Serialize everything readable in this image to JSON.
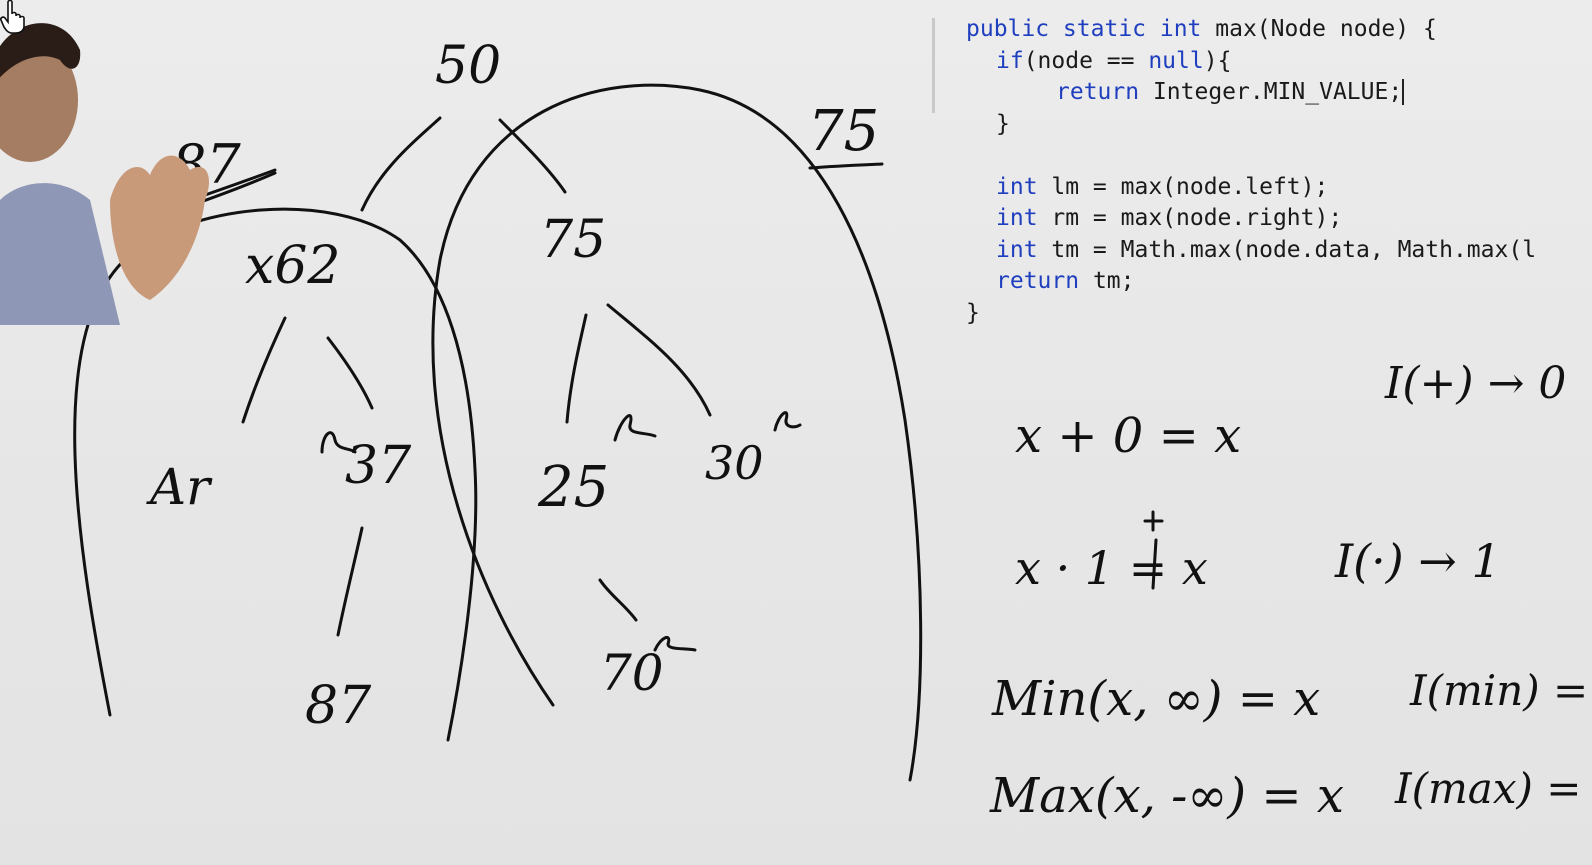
{
  "whiteboard": {
    "tree": {
      "root": "50",
      "left_child": "x62",
      "right_child": "75",
      "left_left": "Ar",
      "left_right": "37",
      "left_right_child": "87",
      "right_left": "25",
      "right_right": "30",
      "right_left_child": "70",
      "left_max_label": "87",
      "right_max_label": "75"
    },
    "code": {
      "lines": [
        {
          "kw": "public static int ",
          "text": "max(Node node) {",
          "indent": 0
        },
        {
          "kw": "if",
          "text": "(node == ",
          "kw2": "null",
          "text2": "){",
          "indent": 1
        },
        {
          "kw": "return ",
          "text": "Integer.MIN_VALUE;",
          "indent": 3
        },
        {
          "kw": "",
          "text": "}",
          "indent": 1
        },
        {
          "kw": "",
          "text": "",
          "indent": 0
        },
        {
          "kw": "int ",
          "text": "lm = max(node.left);",
          "indent": 1
        },
        {
          "kw": "int ",
          "text": "rm = max(node.right);",
          "indent": 1
        },
        {
          "kw": "int ",
          "text": "tm = Math.max(node.data, Math.max(l",
          "indent": 1
        },
        {
          "kw": "return ",
          "text": "tm;",
          "indent": 1
        },
        {
          "kw": "",
          "text": "}",
          "indent": 0
        }
      ]
    },
    "notes": {
      "identity_add": "x + 0 = x",
      "identity_add_note": "I(+) → 0",
      "identity_mul": "x · 1 = x",
      "identity_mul_note": "I(·) → 1",
      "min_rule": "Min(x, ∞) = x",
      "min_note": "I(min) = ∞",
      "max_rule": "Max(x, -∞) = x",
      "max_note": "I(max) = -∞"
    }
  },
  "colors": {
    "board": "#e9e9e9",
    "ink": "#111111",
    "keyword": "#1f3fbf"
  },
  "icons": {
    "cursor": "hand-pointer-icon",
    "presenter": "presenter-video"
  }
}
